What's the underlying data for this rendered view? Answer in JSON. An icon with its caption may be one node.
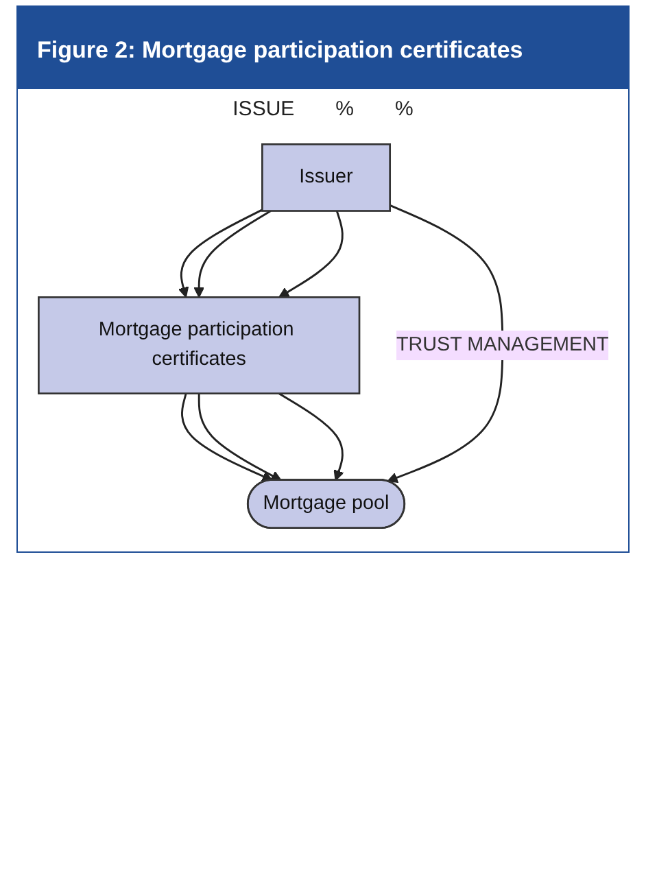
{
  "diagram": {
    "title": "Figure 2: Mortgage participation certificates",
    "nodes": [
      {
        "text": [
          "Issuer"
        ]
      },
      {
        "text": [
          "Mortgage participation certificates"
        ]
      },
      {
        "text": [
          "Mortgage pool"
        ]
      }
    ],
    "edges": [
      {
        "from": 0,
        "to": 1,
        "arrow": "to"
      },
      {
        "from": 0,
        "to": 1,
        "arrow": "to"
      },
      {
        "from": 0,
        "to": 1,
        "arrow": "to"
      },
      {
        "from": 1,
        "to": 2,
        "arrow": "to"
      },
      {
        "from": 1,
        "to": 2,
        "arrow": "to"
      },
      {
        "from": 1,
        "to": 2,
        "arrow": "to"
      },
      {
        "from": 0,
        "to": 2,
        "arrow": "to",
        "label": "TRUST MANAGEMENT"
      }
    ],
    "labels": [
      "ISSUE",
      "%",
      "%"
    ]
  }
}
